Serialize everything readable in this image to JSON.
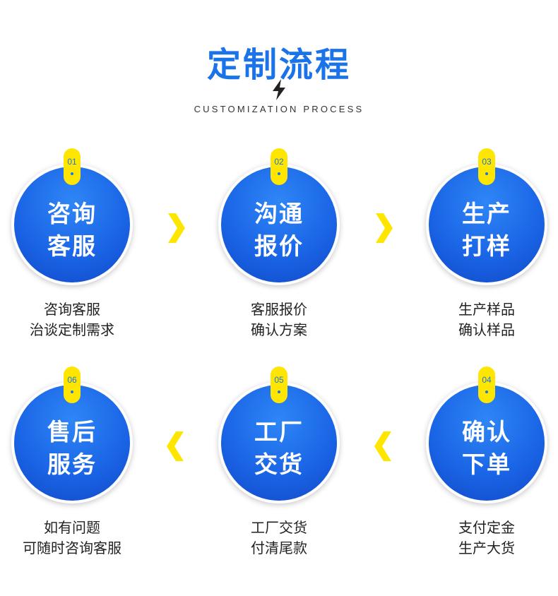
{
  "header": {
    "title": "定制流程",
    "subtitle": "CUSTOMIZATION PROCESS",
    "icon": "lightning-bolt-icon"
  },
  "colors": {
    "primary_blue": "#1a73e8",
    "accent_yellow": "#ffe600"
  },
  "steps": [
    {
      "number": "01",
      "title_line1": "咨询",
      "title_line2": "客服",
      "desc_line1": "咨询客服",
      "desc_line2": "治谈定制需求"
    },
    {
      "number": "02",
      "title_line1": "沟通",
      "title_line2": "报价",
      "desc_line1": "客服报价",
      "desc_line2": "确认方案"
    },
    {
      "number": "03",
      "title_line1": "生产",
      "title_line2": "打样",
      "desc_line1": "生产样品",
      "desc_line2": "确认样品"
    },
    {
      "number": "04",
      "title_line1": "确认",
      "title_line2": "下单",
      "desc_line1": "支付定金",
      "desc_line2": "生产大货"
    },
    {
      "number": "05",
      "title_line1": "工厂",
      "title_line2": "交货",
      "desc_line1": "工厂交货",
      "desc_line2": "付清尾款"
    },
    {
      "number": "06",
      "title_line1": "售后",
      "title_line2": "服务",
      "desc_line1": "如有问题",
      "desc_line2": "可随时咨询客服"
    }
  ]
}
